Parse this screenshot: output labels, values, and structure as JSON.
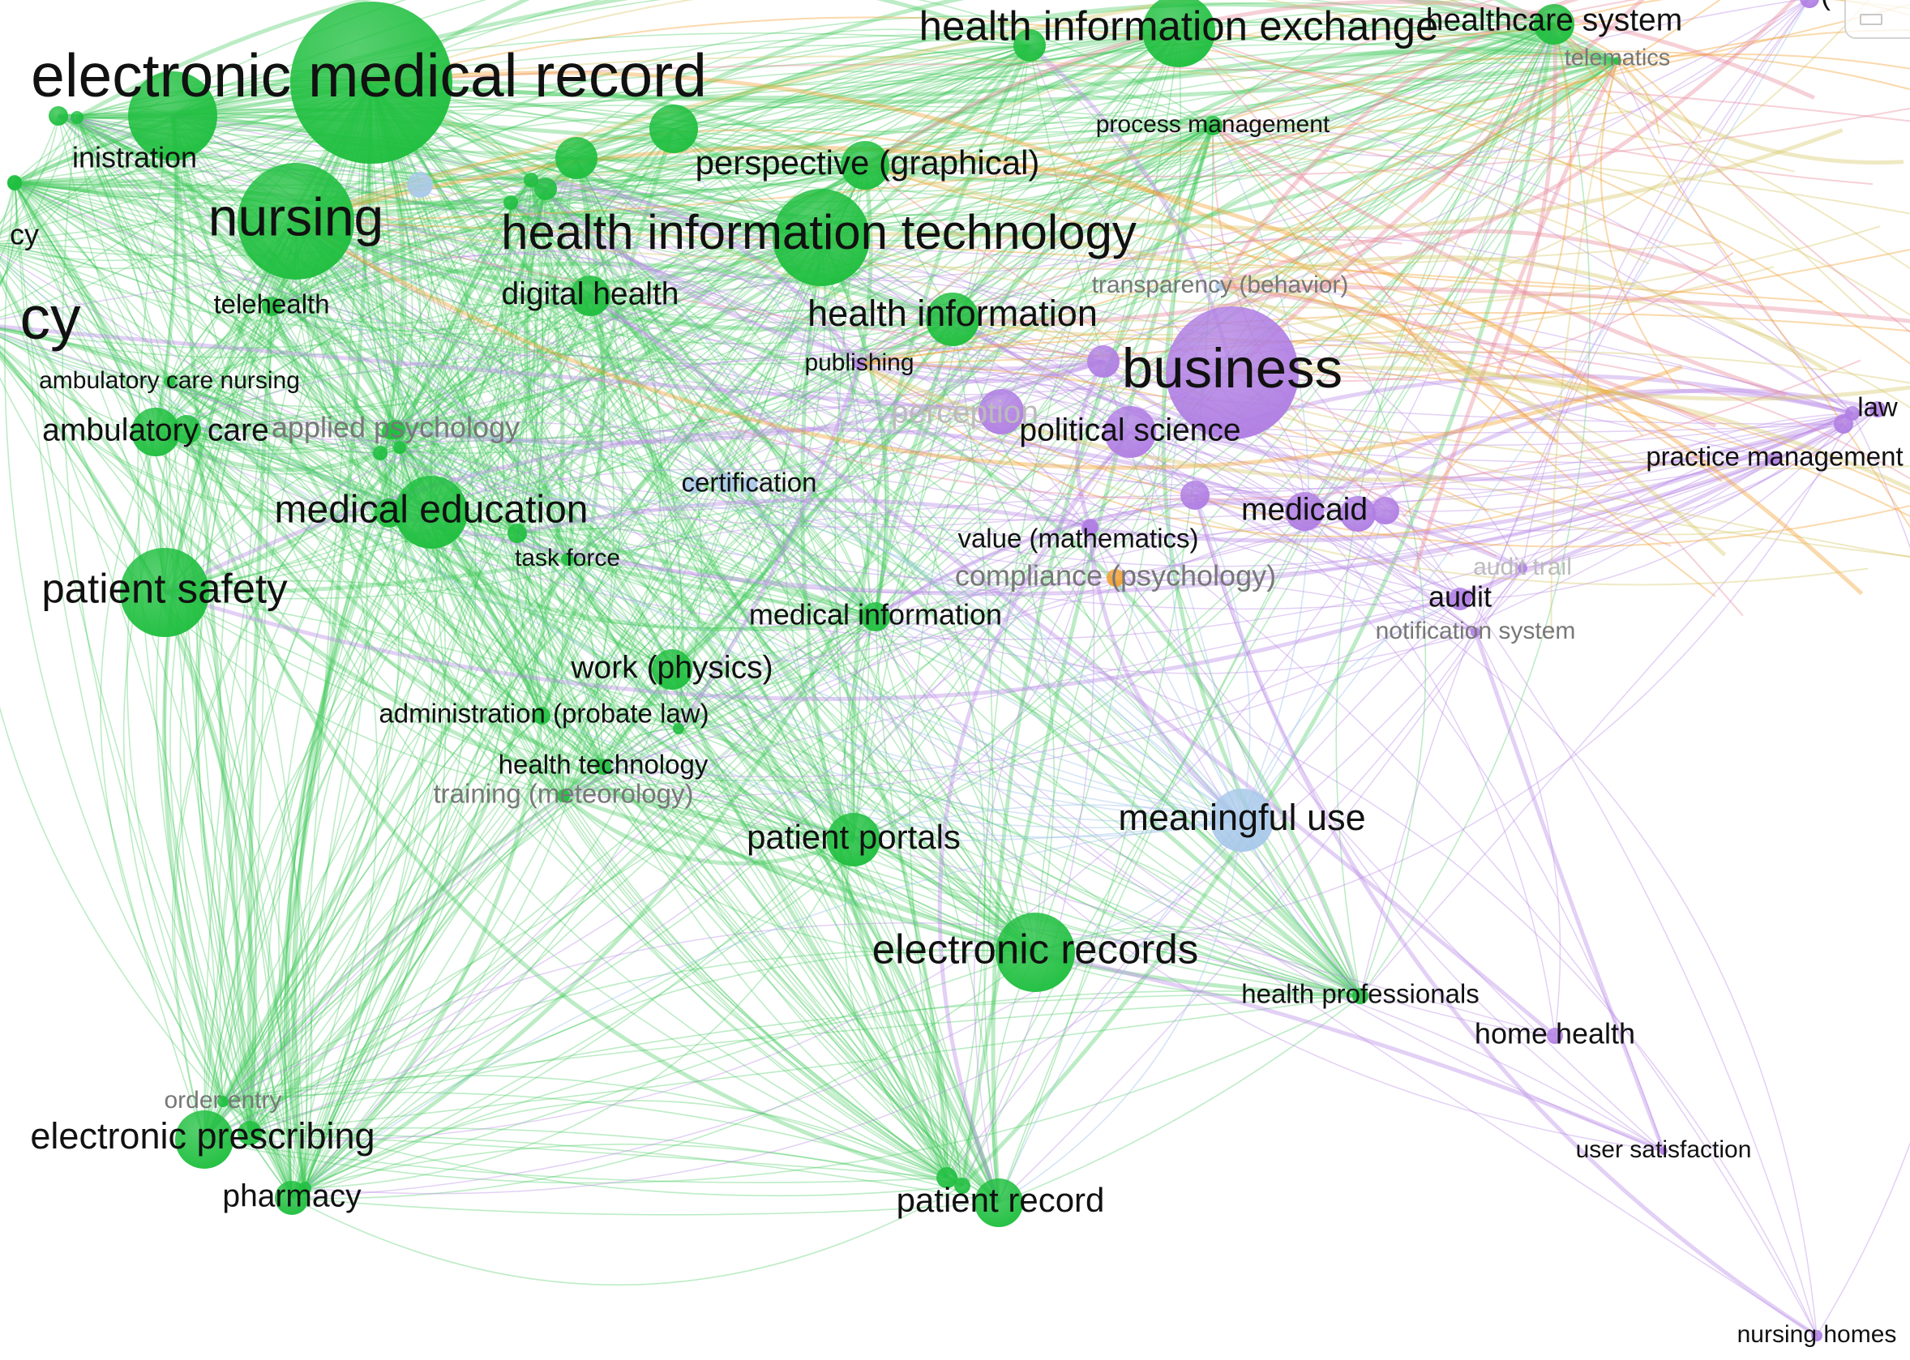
{
  "clusters": {
    "green": "#1fbf3f",
    "purple": "#b07ee3",
    "blue": "#a9c9ea",
    "orange": "#f3a030",
    "red": "#e88a9a",
    "yellow": "#d6c96a"
  },
  "nodes": [
    {
      "label": "electronic medical record",
      "cluster": "green"
    },
    {
      "label": "nursing",
      "cluster": "green"
    },
    {
      "label": "health information technology",
      "cluster": "green"
    },
    {
      "label": "health information exchange",
      "cluster": "green"
    },
    {
      "label": "healthcare system",
      "cluster": "green"
    },
    {
      "label": "telematics",
      "cluster": "green"
    },
    {
      "label": "process management",
      "cluster": "green"
    },
    {
      "label": "perspective (graphical)",
      "cluster": "green"
    },
    {
      "label": "health information",
      "cluster": "green"
    },
    {
      "label": "transparency (behavior)",
      "cluster": "blue"
    },
    {
      "label": "business",
      "cluster": "purple"
    },
    {
      "label": "publishing",
      "cluster": "purple"
    },
    {
      "label": "political science",
      "cluster": "purple"
    },
    {
      "label": "perception",
      "cluster": "purple"
    },
    {
      "label": "medicaid",
      "cluster": "purple"
    },
    {
      "label": "value (mathematics)",
      "cluster": "purple"
    },
    {
      "label": "compliance (psychology)",
      "cluster": "orange"
    },
    {
      "label": "audit",
      "cluster": "purple"
    },
    {
      "label": "audit trail",
      "cluster": "purple"
    },
    {
      "label": "notification system",
      "cluster": "purple"
    },
    {
      "label": "law",
      "cluster": "purple"
    },
    {
      "label": "practice management",
      "cluster": "purple"
    },
    {
      "label": "meaningful use",
      "cluster": "blue"
    },
    {
      "label": "electronic records",
      "cluster": "green"
    },
    {
      "label": "health professionals",
      "cluster": "green"
    },
    {
      "label": "home health",
      "cluster": "purple"
    },
    {
      "label": "user satisfaction",
      "cluster": "purple"
    },
    {
      "label": "nursing homes",
      "cluster": "purple"
    },
    {
      "label": "patient record",
      "cluster": "green"
    },
    {
      "label": "patient portals",
      "cluster": "green"
    },
    {
      "label": "work (physics)",
      "cluster": "green"
    },
    {
      "label": "administration (probate law)",
      "cluster": "green"
    },
    {
      "label": "health technology",
      "cluster": "green"
    },
    {
      "label": "training (meteorology)",
      "cluster": "green"
    },
    {
      "label": "medical information",
      "cluster": "green"
    },
    {
      "label": "patient safety",
      "cluster": "green"
    },
    {
      "label": "electronic prescribing",
      "cluster": "green"
    },
    {
      "label": "order entry",
      "cluster": "green"
    },
    {
      "label": "pharmacy",
      "cluster": "green"
    },
    {
      "label": "medical education",
      "cluster": "green"
    },
    {
      "label": "task force",
      "cluster": "green"
    },
    {
      "label": "certification",
      "cluster": "blue"
    },
    {
      "label": "applied psychology",
      "cluster": "green"
    },
    {
      "label": "ambulatory care",
      "cluster": "green"
    },
    {
      "label": "ambulatory care nursing",
      "cluster": "green"
    },
    {
      "label": "telehealth",
      "cluster": "green"
    },
    {
      "label": "digital health",
      "cluster": "green"
    },
    {
      "label": "inistration",
      "cluster": "green"
    },
    {
      "label": "cy",
      "cluster": "green"
    },
    {
      "label": "cy",
      "cluster": "green"
    },
    {
      "label": "(",
      "cluster": "purple"
    }
  ],
  "controls": {
    "panel_toggle": "panel-toggle"
  }
}
